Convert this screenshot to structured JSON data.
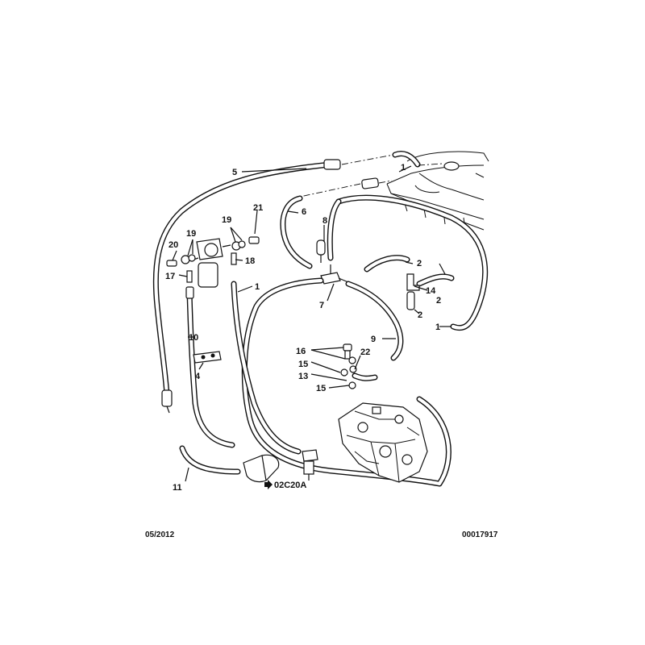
{
  "diagram": {
    "callouts": [
      "1",
      "1",
      "1",
      "2",
      "2",
      "2",
      "4",
      "5",
      "6",
      "7",
      "8",
      "9",
      "10",
      "11",
      "13",
      "14",
      "15",
      "15",
      "16",
      "17",
      "18",
      "19",
      "19",
      "20",
      "21",
      "22"
    ],
    "reference_code": "02C20A",
    "footer_left": "05/2012",
    "footer_right": "00017917"
  }
}
